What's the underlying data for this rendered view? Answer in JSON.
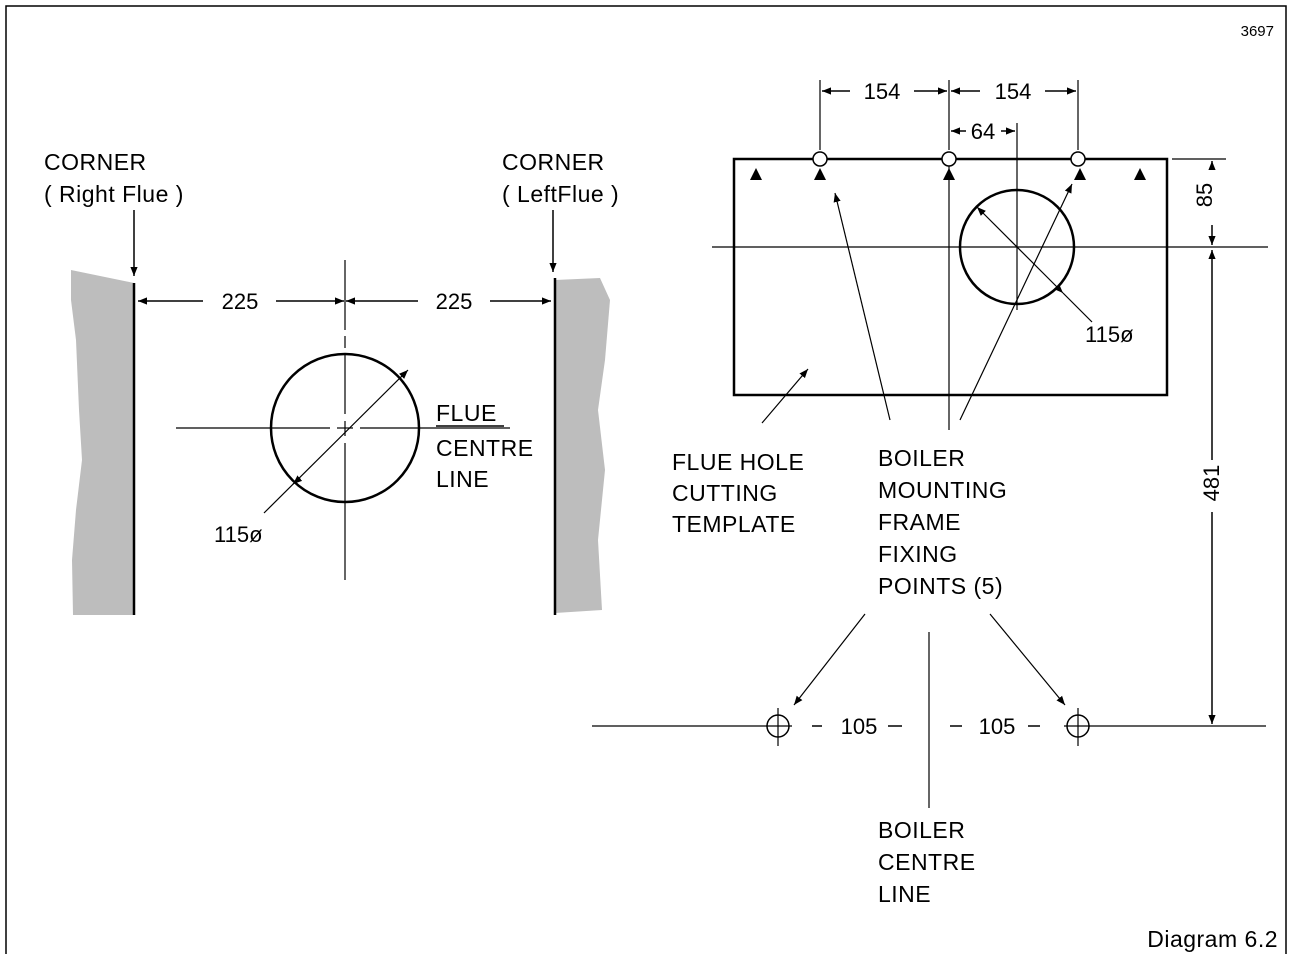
{
  "figure_number": "3697",
  "caption": "Diagram 6.2",
  "colors": {
    "wall": "#bdbdbd",
    "line": "#000000"
  },
  "left_view": {
    "corner_right": {
      "title": "CORNER",
      "sub": "( Right Flue )"
    },
    "corner_left": {
      "title": "CORNER",
      "sub": "( LeftFlue )"
    },
    "dim_left": "225",
    "dim_right": "225",
    "diameter": "115ø",
    "flue_centre_line": [
      "FLUE",
      "CENTRE",
      "LINE"
    ]
  },
  "right_view": {
    "dim_154_left": "154",
    "dim_154_right": "154",
    "dim_64": "64",
    "dim_85": "85",
    "dim_481": "481",
    "diameter": "115ø",
    "dim_105_left": "105",
    "dim_105_right": "105",
    "template_label": [
      "FLUE HOLE",
      "CUTTING",
      "TEMPLATE"
    ],
    "fixing_label": [
      "BOILER",
      "MOUNTING",
      "FRAME",
      "FIXING",
      "POINTS (5)"
    ],
    "boiler_centre_label": [
      "BOILER",
      "CENTRE",
      "LINE"
    ]
  }
}
